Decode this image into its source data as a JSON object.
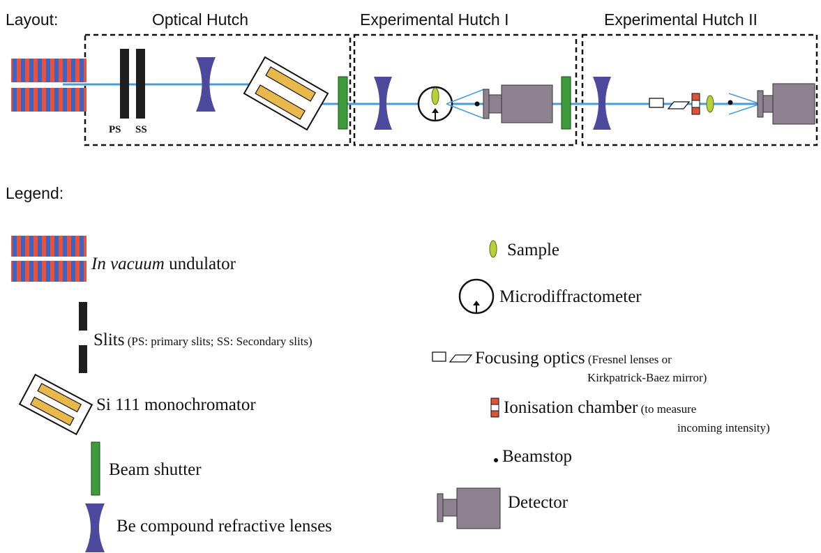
{
  "headers": {
    "layout": "Layout:",
    "optical": "Optical Hutch",
    "exp1": "Experimental Hutch I",
    "exp2": "Experimental Hutch II"
  },
  "slit_labels": {
    "ps": "PS",
    "ss": "SS"
  },
  "legend": {
    "title": "Legend:",
    "undulator_italic": "In vacuum",
    "undulator_rest": " undulator",
    "slits_main": "Slits",
    "slits_note": " (PS: primary slits; SS: Secondary slits)",
    "mono": "Si 111 monochromator",
    "shutter": "Beam shutter",
    "lenses": "Be compound refractive lenses",
    "sample": "Sample",
    "microdiff": "Microdiffractometer",
    "focusing_main": "Focusing optics",
    "focusing_note1": " (Fresnel lenses or",
    "focusing_note2": "Kirkpatrick-Baez mirror)",
    "ion_main": "Ionisation chamber",
    "ion_note1": " (to measure",
    "ion_note2": "incoming intensity)",
    "beamstop": "Beamstop",
    "detector": "Detector"
  },
  "colors": {
    "undulator_red": "#e8533a",
    "undulator_blue": "#3d63c4",
    "beam": "#4a9bd8",
    "slit": "#1e1e1e",
    "mono": "#e8b84a",
    "shutter": "#3f9a3a",
    "lens": "#4d4a9e",
    "sample": "#b8d03a",
    "detector": "#8f8290",
    "ion_red": "#e0513a"
  }
}
